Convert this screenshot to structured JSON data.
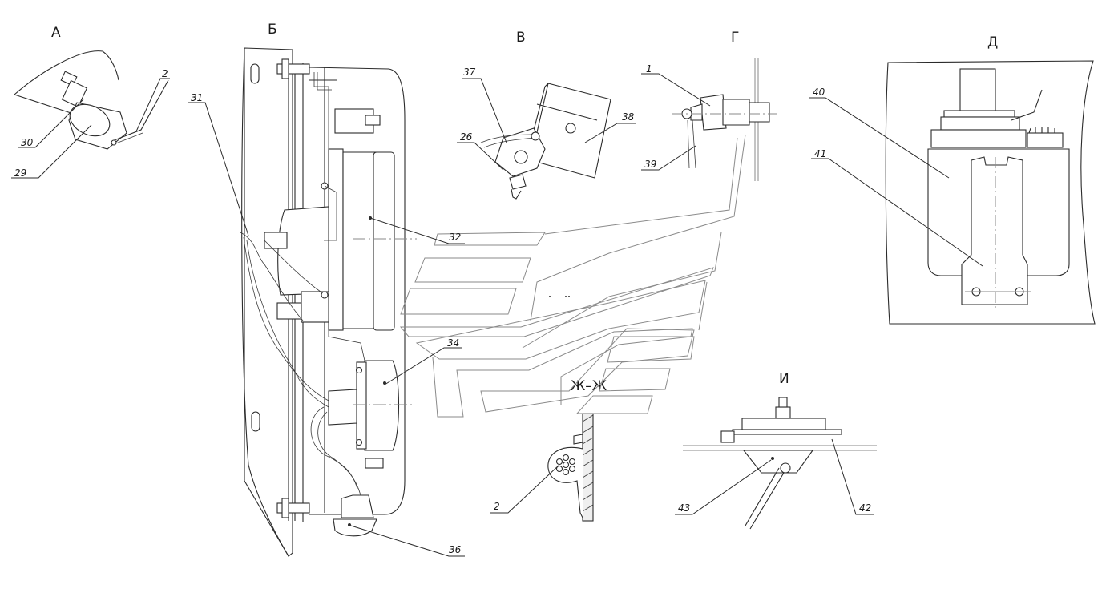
{
  "views": {
    "a": "А",
    "b": "Б",
    "v": "В",
    "g": "Г",
    "d": "Д",
    "i": "И",
    "zh": "Ж–Ж"
  },
  "callouts": {
    "c1": "1",
    "c2a": "2",
    "c2b": "2",
    "c26": "26",
    "c29": "29",
    "c30": "30",
    "c31": "31",
    "c32": "32",
    "c34": "34",
    "c36": "36",
    "c37": "37",
    "c38": "38",
    "c39": "39",
    "c40": "40",
    "c41": "41",
    "c42": "42",
    "c43": "43"
  }
}
